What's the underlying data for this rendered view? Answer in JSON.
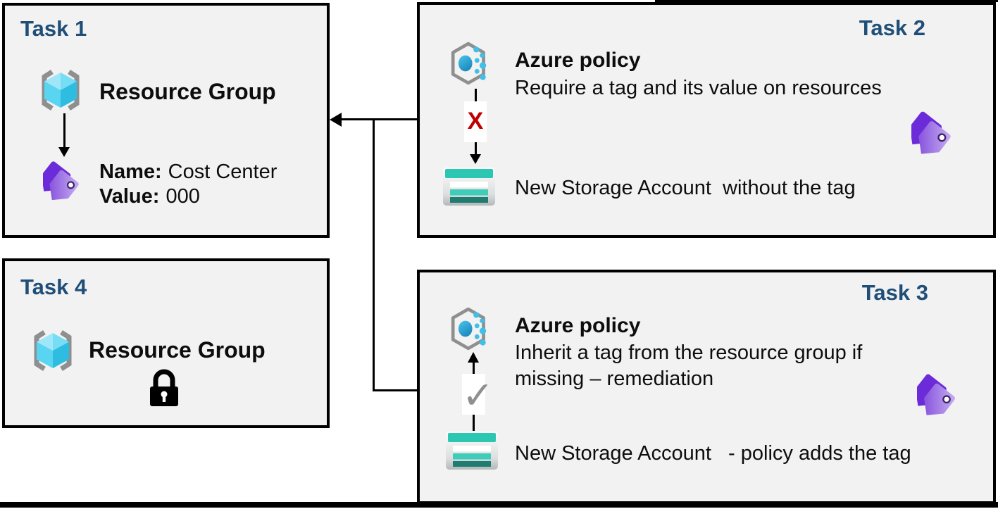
{
  "colors": {
    "box_background": "#f2f2f2",
    "box_border": "#000000",
    "task_title_blue": "#1f4e79",
    "reject_x_red": "#c00000",
    "tag_purple_dark": "#6c2bd9",
    "tag_purple_light": "#c3abf1",
    "policy_dot_blue": "#2fb1de",
    "resource_cube_cyan": "#50d5f0",
    "storage_teal": "#2cc7b3",
    "storage_teal_dark": "#1e7d70"
  },
  "task1": {
    "title": "Task 1",
    "resource_group_label": "Resource Group",
    "tag_fields": {
      "name_label": "Name:",
      "name_value": "Cost Center",
      "value_label": "Value:",
      "value_value": "000"
    }
  },
  "task2": {
    "title": "Task 2",
    "policy_title": "Azure policy",
    "policy_description": "Require a tag and its value on resources",
    "reject_mark": "X",
    "storage_caption": "New Storage Account  without the tag"
  },
  "task3": {
    "title": "Task 3",
    "policy_title": "Azure policy",
    "policy_description_lines": [
      "Inherit a tag from the resource group if",
      "missing – remediation"
    ],
    "check_mark": "✓",
    "storage_caption": "New Storage Account   - policy adds the tag"
  },
  "task4": {
    "title": "Task 4",
    "resource_group_label": "Resource Group"
  }
}
